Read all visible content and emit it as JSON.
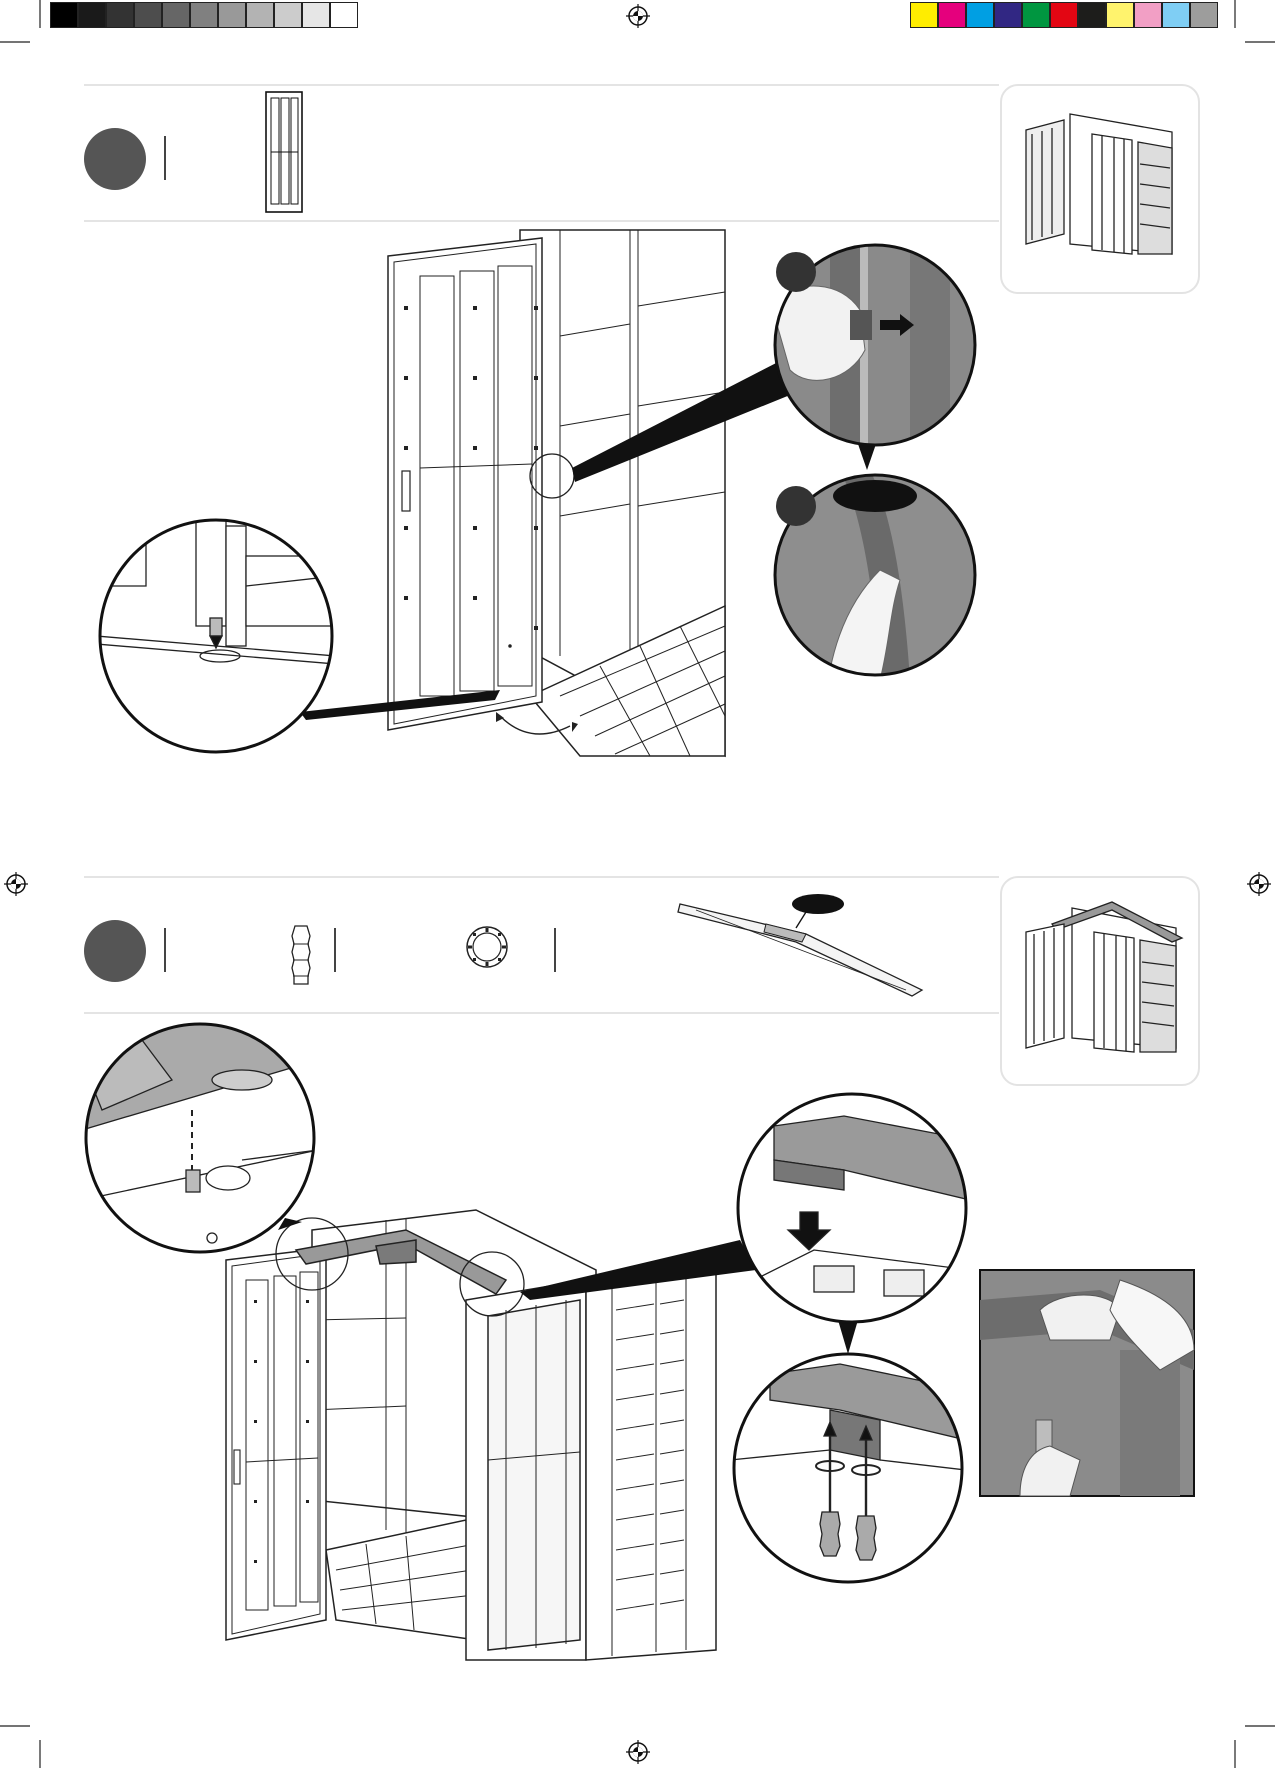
{
  "colors": {
    "gray_scale": [
      "#000000",
      "#1a1a1a",
      "#333333",
      "#4d4d4d",
      "#666666",
      "#808080",
      "#999999",
      "#b3b3b3",
      "#cccccc",
      "#e6e6e6",
      "#ffffff"
    ],
    "process": [
      "#ffed00",
      "#e5007d",
      "#009fe3",
      "#312783",
      "#009640",
      "#e30613",
      "#1d1d1b",
      "#fff36d",
      "#f29fc5",
      "#7fcef4",
      "#9d9d9c"
    ],
    "step_badge": "#555555",
    "rule": "#e4e4e4"
  },
  "steps": [
    {
      "id": "step-a",
      "label": "",
      "parts": [
        "door-panel"
      ]
    },
    {
      "id": "step-b",
      "label": "",
      "parts": [
        "plug-pin",
        "ring-washer",
        "roof-beam"
      ]
    }
  ],
  "icons": [
    "registration-mark-icon",
    "crop-mark-icon",
    "arrow-icon",
    "magnifier-callout-icon"
  ]
}
